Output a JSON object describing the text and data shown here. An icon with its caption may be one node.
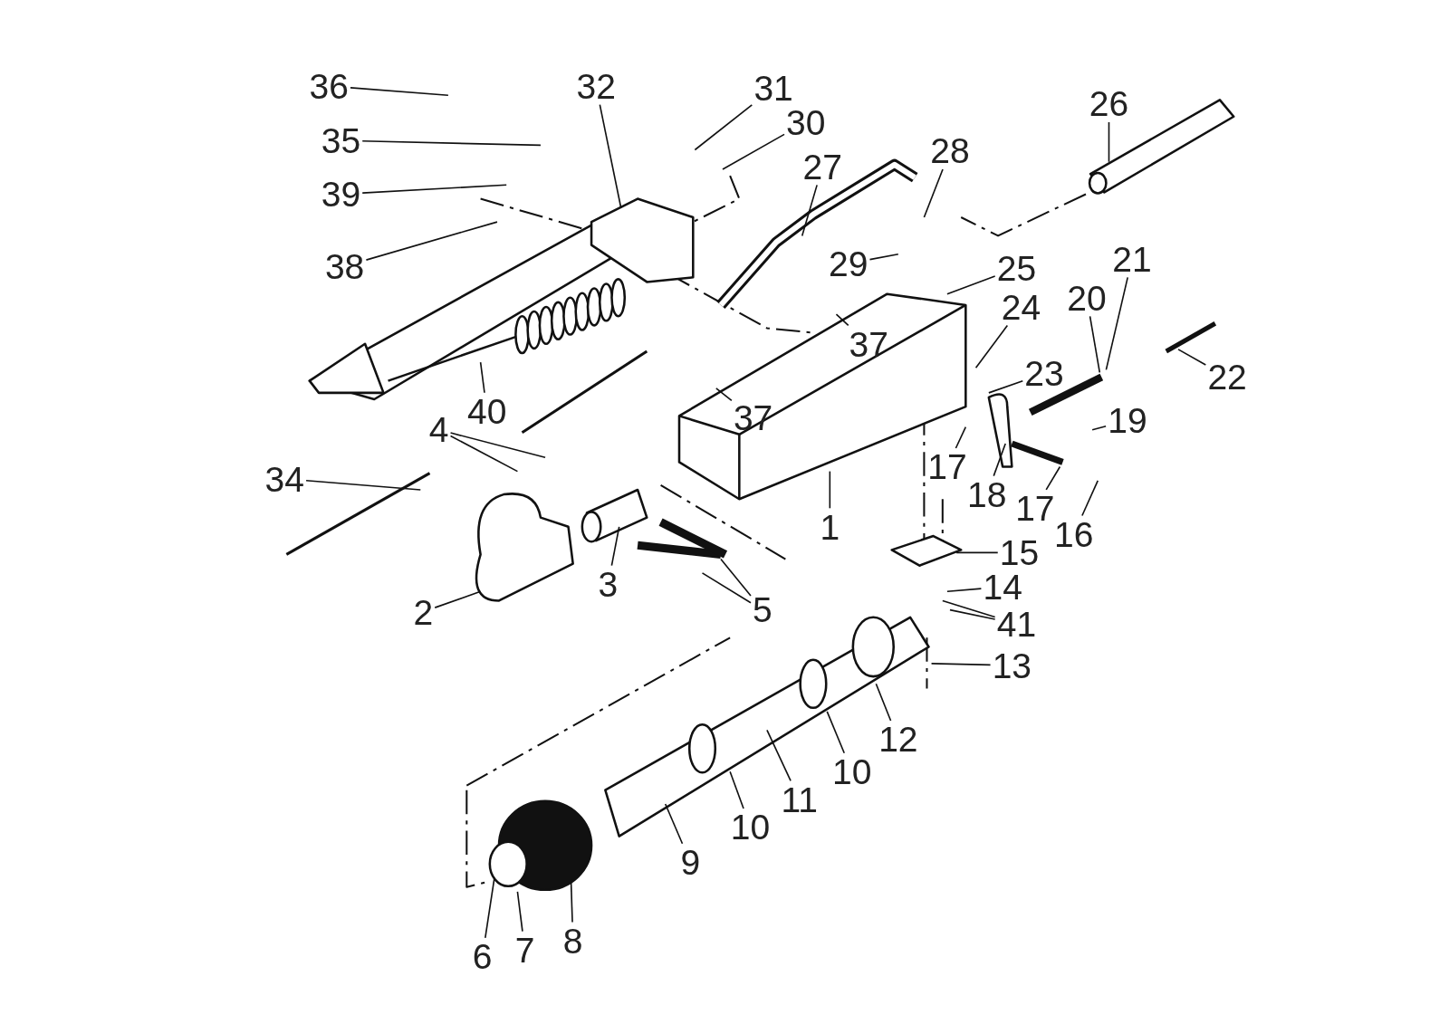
{
  "diagram": {
    "nodes": [
      {
        "text": [
          "36"
        ]
      },
      {
        "text": [
          "32"
        ]
      },
      {
        "text": [
          "31"
        ]
      },
      {
        "text": [
          "26"
        ]
      },
      {
        "text": [
          "30"
        ]
      },
      {
        "text": [
          "35"
        ]
      },
      {
        "text": [
          "28"
        ]
      },
      {
        "text": [
          "27"
        ]
      },
      {
        "text": [
          "39"
        ]
      },
      {
        "text": [
          "29"
        ]
      },
      {
        "text": [
          "38"
        ]
      },
      {
        "text": [
          "21"
        ]
      },
      {
        "text": [
          "25"
        ]
      },
      {
        "text": [
          "20"
        ]
      },
      {
        "text": [
          "24"
        ]
      },
      {
        "text": [
          "37"
        ]
      },
      {
        "text": [
          "23"
        ]
      },
      {
        "text": [
          "22"
        ]
      },
      {
        "text": [
          "40"
        ]
      },
      {
        "text": [
          "37"
        ]
      },
      {
        "text": [
          "19"
        ]
      },
      {
        "text": [
          "4"
        ]
      },
      {
        "text": [
          "17"
        ]
      },
      {
        "text": [
          "34"
        ]
      },
      {
        "text": [
          "18"
        ]
      },
      {
        "text": [
          "17"
        ]
      },
      {
        "text": [
          "16"
        ]
      },
      {
        "text": [
          "1"
        ]
      },
      {
        "text": [
          "15"
        ]
      },
      {
        "text": [
          "3"
        ]
      },
      {
        "text": [
          "14"
        ]
      },
      {
        "text": [
          "2"
        ]
      },
      {
        "text": [
          "5"
        ]
      },
      {
        "text": [
          "41"
        ]
      },
      {
        "text": [
          "13"
        ]
      },
      {
        "text": [
          "12"
        ]
      },
      {
        "text": [
          "10"
        ]
      },
      {
        "text": [
          "11"
        ]
      },
      {
        "text": [
          "10"
        ]
      },
      {
        "text": [
          "9"
        ]
      },
      {
        "text": [
          "8"
        ]
      },
      {
        "text": [
          "6"
        ]
      },
      {
        "text": [
          "7"
        ]
      }
    ],
    "edges": [
      {
        "from": 0,
        "to": null,
        "arrow": "none"
      },
      {
        "from": 1,
        "to": null,
        "arrow": "none"
      },
      {
        "from": 2,
        "to": null,
        "arrow": "none"
      },
      {
        "from": 3,
        "to": null,
        "arrow": "none"
      },
      {
        "from": 4,
        "to": null,
        "arrow": "none"
      },
      {
        "from": 5,
        "to": null,
        "arrow": "none"
      },
      {
        "from": 6,
        "to": null,
        "arrow": "none"
      },
      {
        "from": 7,
        "to": null,
        "arrow": "none"
      },
      {
        "from": 8,
        "to": null,
        "arrow": "none"
      },
      {
        "from": 9,
        "to": null,
        "arrow": "none"
      },
      {
        "from": 10,
        "to": null,
        "arrow": "none"
      },
      {
        "from": 11,
        "to": null,
        "arrow": "none"
      },
      {
        "from": 12,
        "to": null,
        "arrow": "none"
      },
      {
        "from": 13,
        "to": null,
        "arrow": "none"
      },
      {
        "from": 14,
        "to": null,
        "arrow": "none"
      },
      {
        "from": 15,
        "to": null,
        "arrow": "none"
      },
      {
        "from": 16,
        "to": null,
        "arrow": "none"
      },
      {
        "from": 17,
        "to": null,
        "arrow": "none"
      },
      {
        "from": 18,
        "to": null,
        "arrow": "none"
      },
      {
        "from": 19,
        "to": null,
        "arrow": "none"
      },
      {
        "from": 20,
        "to": null,
        "arrow": "none"
      },
      {
        "from": 21,
        "to": null,
        "arrow": "none"
      },
      {
        "from": 21,
        "to": null,
        "arrow": "none"
      },
      {
        "from": 22,
        "to": null,
        "arrow": "none"
      },
      {
        "from": 23,
        "to": null,
        "arrow": "none"
      },
      {
        "from": 24,
        "to": null,
        "arrow": "none"
      },
      {
        "from": 25,
        "to": null,
        "arrow": "none"
      },
      {
        "from": 26,
        "to": null,
        "arrow": "none"
      },
      {
        "from": 27,
        "to": null,
        "arrow": "none"
      },
      {
        "from": 28,
        "to": null,
        "arrow": "none"
      },
      {
        "from": 29,
        "to": null,
        "arrow": "none"
      },
      {
        "from": 30,
        "to": null,
        "arrow": "none"
      },
      {
        "from": 31,
        "to": null,
        "arrow": "none"
      },
      {
        "from": 32,
        "to": null,
        "arrow": "none"
      },
      {
        "from": 32,
        "to": null,
        "arrow": "none"
      },
      {
        "from": 33,
        "to": null,
        "arrow": "none"
      },
      {
        "from": 33,
        "to": null,
        "arrow": "none"
      },
      {
        "from": 34,
        "to": null,
        "arrow": "none"
      },
      {
        "from": 35,
        "to": null,
        "arrow": "none"
      },
      {
        "from": 36,
        "to": null,
        "arrow": "none"
      },
      {
        "from": 37,
        "to": null,
        "arrow": "none"
      },
      {
        "from": 38,
        "to": null,
        "arrow": "none"
      },
      {
        "from": 39,
        "to": null,
        "arrow": "none"
      },
      {
        "from": 40,
        "to": null,
        "arrow": "none"
      },
      {
        "from": 41,
        "to": null,
        "arrow": "none"
      },
      {
        "from": 42,
        "to": null,
        "arrow": "none"
      }
    ]
  }
}
